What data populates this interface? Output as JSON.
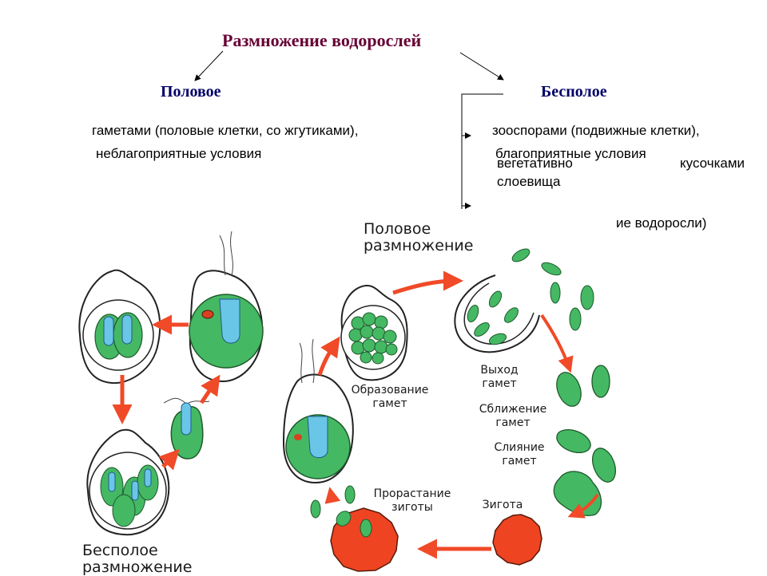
{
  "slide": {
    "title": "Размножение водорослей",
    "branches": {
      "sexual": {
        "label": "Половое",
        "line1": "гаметами   (половые клетки, со жгутиками),",
        "line2": "неблагоприятные условия"
      },
      "asexual": {
        "label": "Бесполое",
        "line1": "зооспорами  (подвижные клетки),",
        "line2": "благоприятные условия",
        "line3a": "вегетативно",
        "line3b": "кусочками",
        "line4": "слоевища",
        "line5": "ие водоросли)"
      }
    },
    "colors": {
      "title": "#660033",
      "subtitle": "#000066",
      "cell_green": "#3cb85a",
      "cell_blue": "#5ac8e8",
      "arrow_red": "#f04a28",
      "zygote_red": "#ee4422"
    }
  },
  "figure": {
    "sexual_heading_1": "Половое",
    "sexual_heading_2": "размножение",
    "asexual_heading_1": "Бесполое",
    "asexual_heading_2": "размножение",
    "stages": {
      "gamete_formation": [
        "Образование",
        "гамет"
      ],
      "gamete_release": [
        "Выход",
        "гамет"
      ],
      "gamete_approach": [
        "Сближение",
        "гамет"
      ],
      "gamete_fusion": [
        "Слияние",
        "гамет"
      ],
      "zygote": [
        "Зигота"
      ],
      "zygote_germination": [
        "Прорастание",
        "зиготы"
      ]
    }
  }
}
